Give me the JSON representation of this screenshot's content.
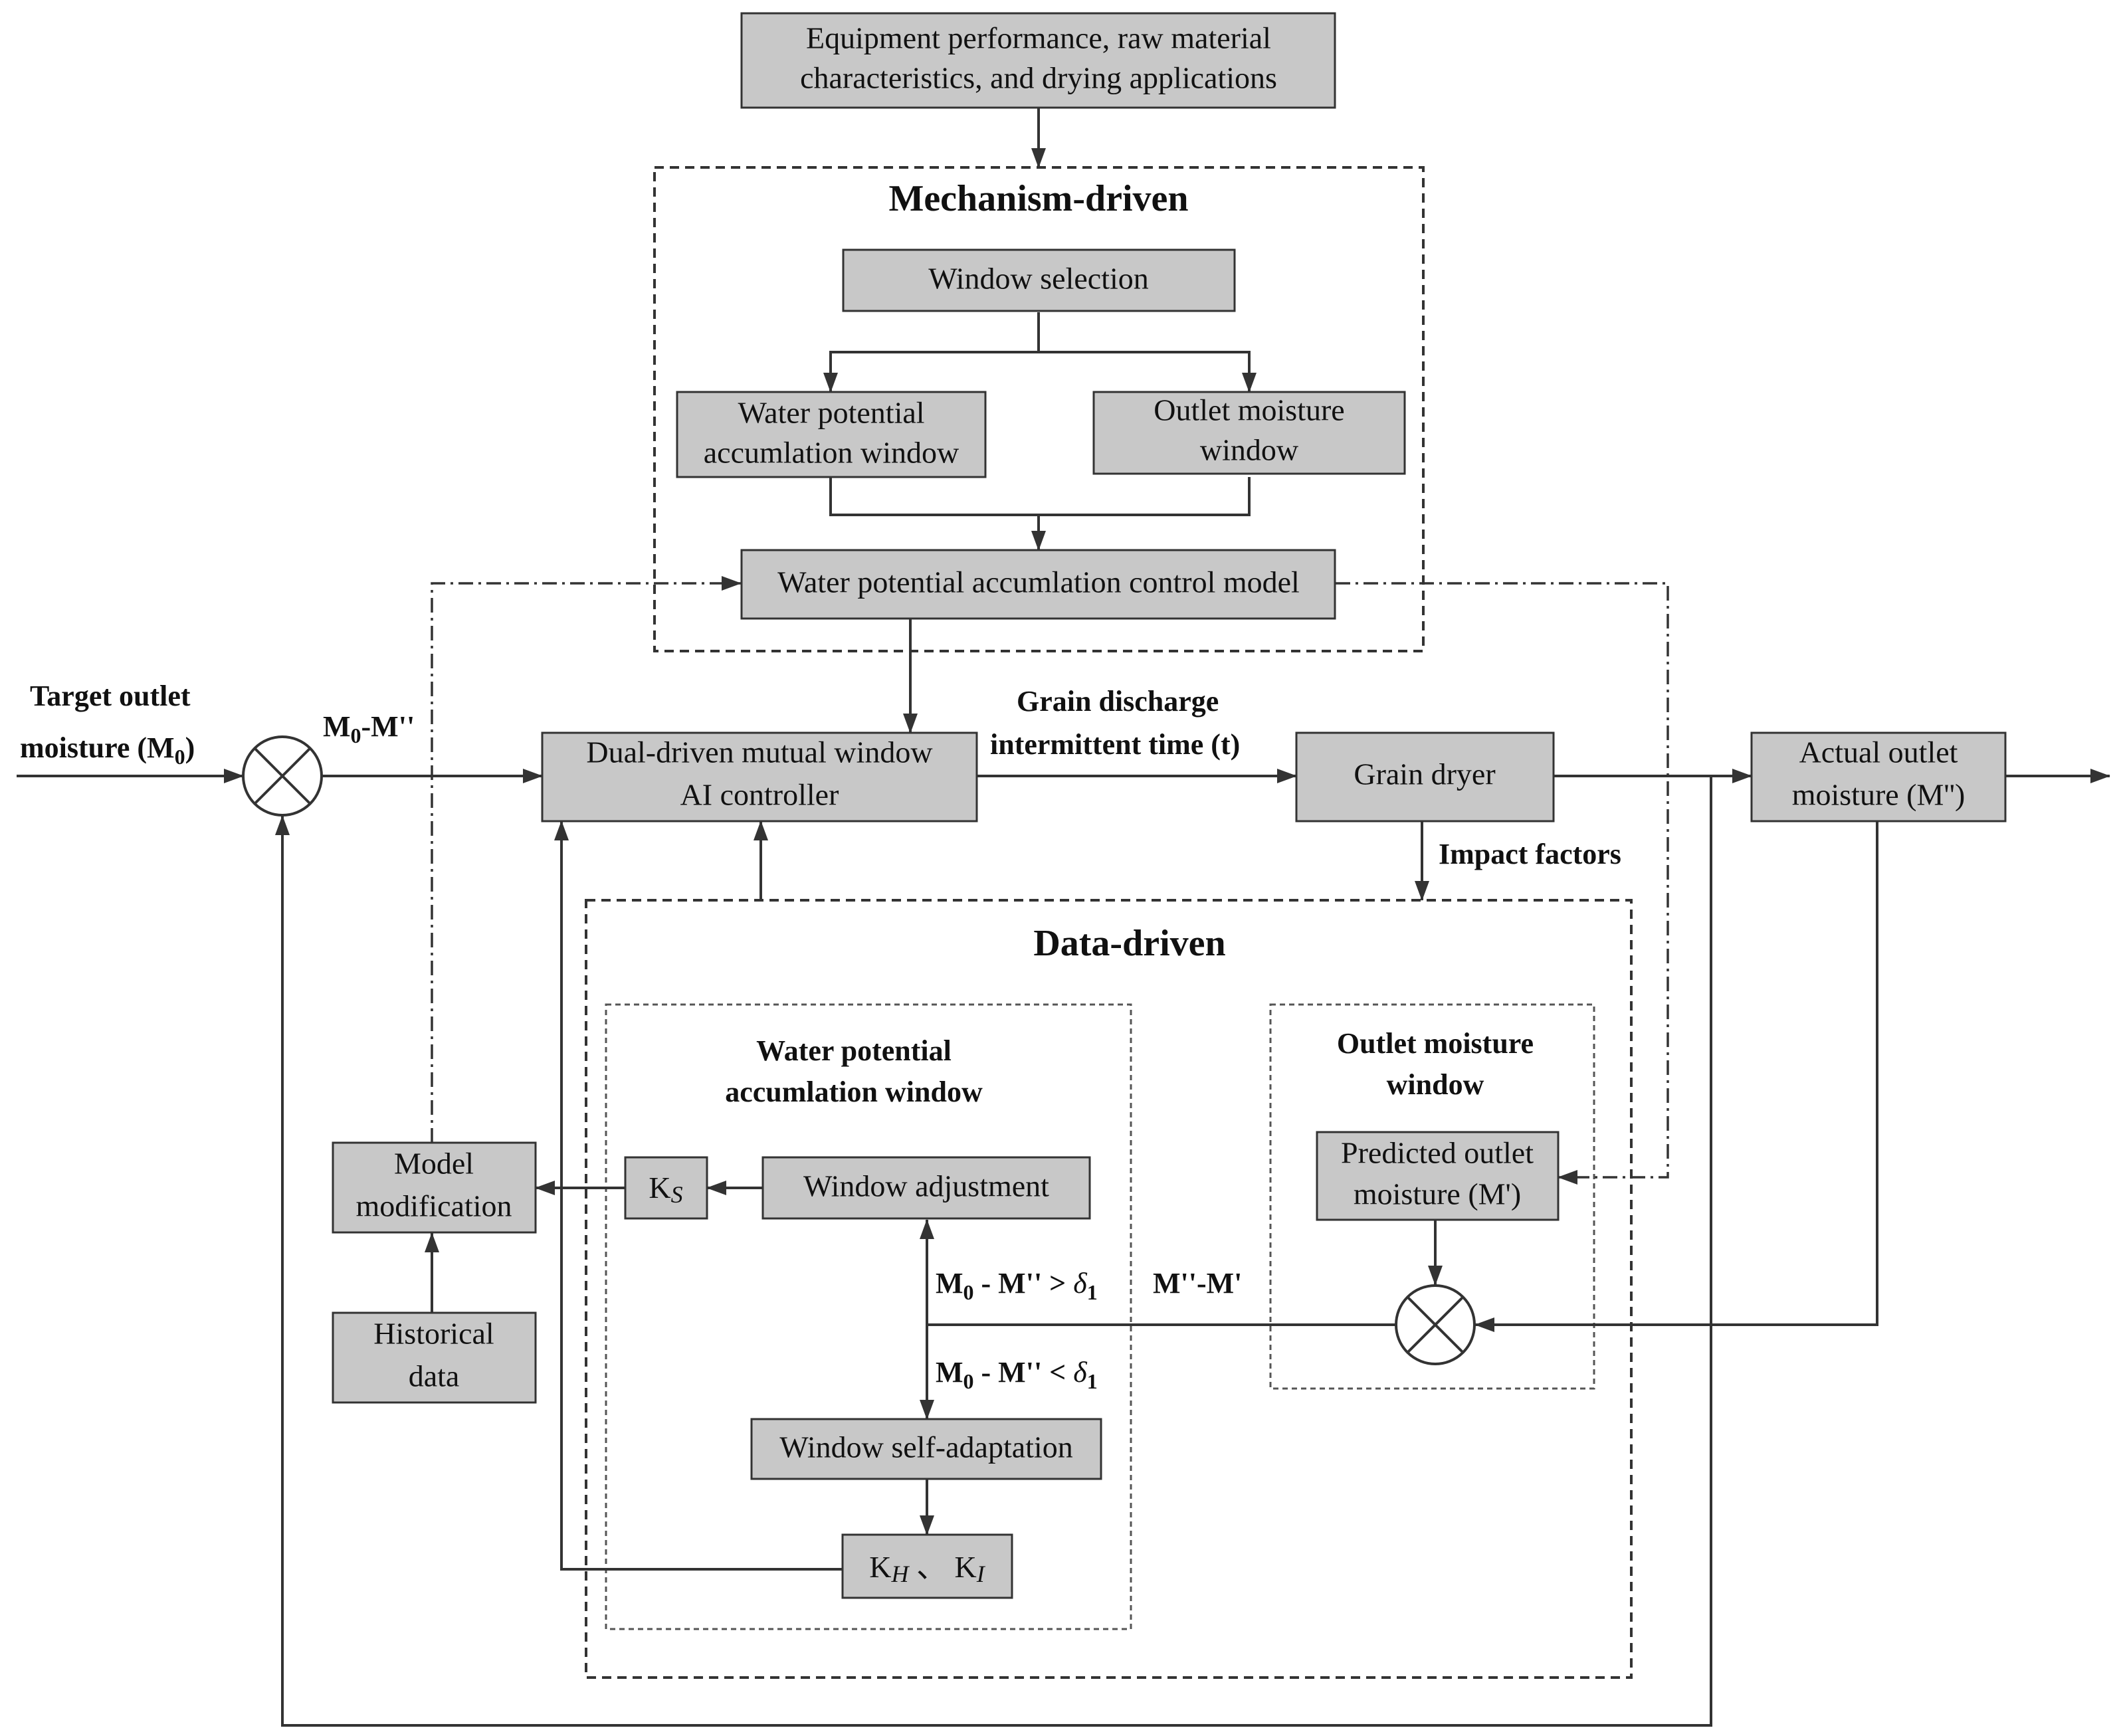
{
  "boxes": {
    "equipment": [
      "Equipment performance, raw material",
      "characteristics, and drying applications"
    ],
    "window_selection": "Window selection",
    "wp_window_top": [
      "Water potential",
      "accumlation window"
    ],
    "outlet_window_top": [
      "Outlet moisture",
      "window"
    ],
    "control_model": "Water potential accumlation control model",
    "controller": [
      "Dual-driven mutual window",
      "AI controller"
    ],
    "grain_dryer": "Grain dryer",
    "actual_outlet": [
      "Actual outlet",
      "moisture (M'')"
    ],
    "model_modification": [
      "Model",
      "modification"
    ],
    "historical_data": [
      "Historical",
      "data"
    ],
    "ks": "K",
    "ks_sub": "S",
    "window_adjustment": "Window adjustment",
    "window_self_adaptation": "Window self-adaptation",
    "kh_ki": [
      "K",
      "H",
      " 、 K",
      "I"
    ],
    "predicted_outlet": [
      "Predicted outlet",
      "moisture (M')"
    ]
  },
  "regions": {
    "mechanism": "Mechanism-driven",
    "data": "Data-driven",
    "wp_window_label": [
      "Water potential",
      "accumlation window"
    ],
    "outlet_window_label": [
      "Outlet moisture",
      "window"
    ]
  },
  "labels": {
    "target": [
      "Target outlet",
      "moisture (M"
    ],
    "target_sub": "0",
    "target_close": ")",
    "error": [
      "M",
      "0",
      "-M''"
    ],
    "grain_discharge": [
      "Grain discharge",
      "intermittent time (t)"
    ],
    "impact_factors": "Impact factors",
    "cond_gt": [
      "M",
      "0",
      " - M'' > ",
      "δ",
      "1"
    ],
    "cond_lt": [
      "M",
      "0",
      " - M'' < ",
      "δ",
      "1"
    ],
    "pred_error": "M''-M'"
  }
}
